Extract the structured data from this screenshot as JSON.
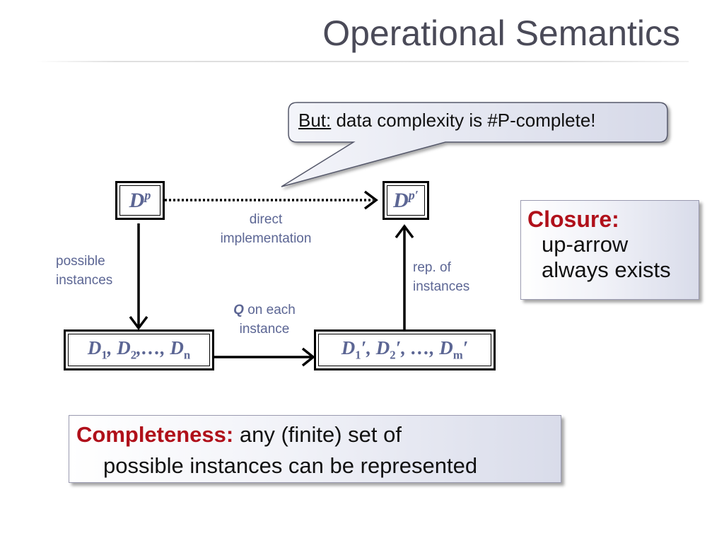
{
  "slide": {
    "title": "Operational Semantics"
  },
  "callout": {
    "but": "But:",
    "text": " data complexity is #P-complete!"
  },
  "nodes": {
    "dp": {
      "base": "D",
      "sup": "p"
    },
    "dp_prime": {
      "base": "D",
      "sup": "p′"
    },
    "instances": {
      "d": "D",
      "s1": "1",
      "s2": "2",
      "sn": "n",
      "sep1": ", ",
      "sep2": ",…, "
    },
    "instances_prime": {
      "d": "D",
      "s1": "1",
      "s2": "2",
      "sm": "m",
      "p1": "′, ",
      "p2": "′, …, ",
      "p3": "′"
    }
  },
  "edges": {
    "direct": {
      "line1": "direct",
      "line2": "implementation"
    },
    "possible": {
      "line1": "possible",
      "line2": "instances"
    },
    "query": {
      "q": "Q",
      "line1_rest": " on each",
      "line2": "instance"
    },
    "rep": {
      "line1": "rep. of",
      "line2": "instances"
    }
  },
  "closure": {
    "heading": "Closure:",
    "line1": "up-arrow",
    "line2": "always exists"
  },
  "completeness": {
    "heading": "Completeness:",
    "line1_rest": " any (finite) set of",
    "line2": "possible instances can be represented"
  },
  "colors": {
    "accent_red": "#b0101a",
    "label_blue": "#5c6694",
    "title_gray": "#4a4a58",
    "callout_fill": "#dfe1ee"
  }
}
